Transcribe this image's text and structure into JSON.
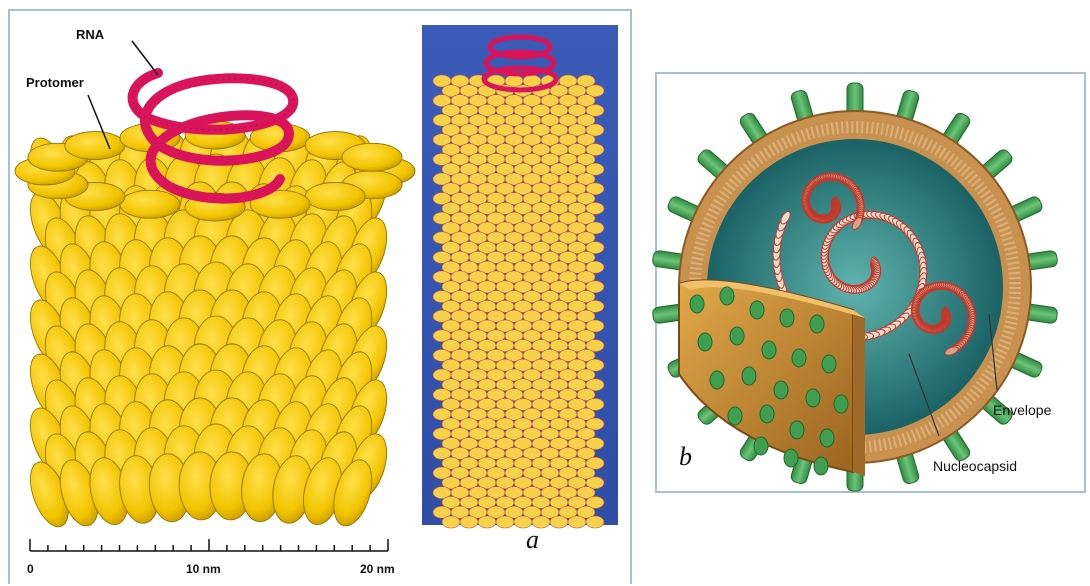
{
  "panel_a": {
    "letter": "a",
    "labels": {
      "rna": "RNA",
      "protomer": "Protomer"
    },
    "scale": {
      "ticks": [
        "0",
        "10 nm",
        "20 nm"
      ]
    },
    "colors": {
      "protein": "#f2c400",
      "rna": "#d9145a",
      "inset_bg": "#3557b3"
    }
  },
  "panel_b": {
    "letter": "b",
    "labels": {
      "envelope": "Envelope",
      "nucleocapsid": "Nucleocapsid"
    },
    "colors": {
      "spike": "#3f9e4f",
      "membrane": "#b07a3a",
      "interior": "#1f6f73",
      "nucleocapsid": "#d4422c"
    }
  }
}
